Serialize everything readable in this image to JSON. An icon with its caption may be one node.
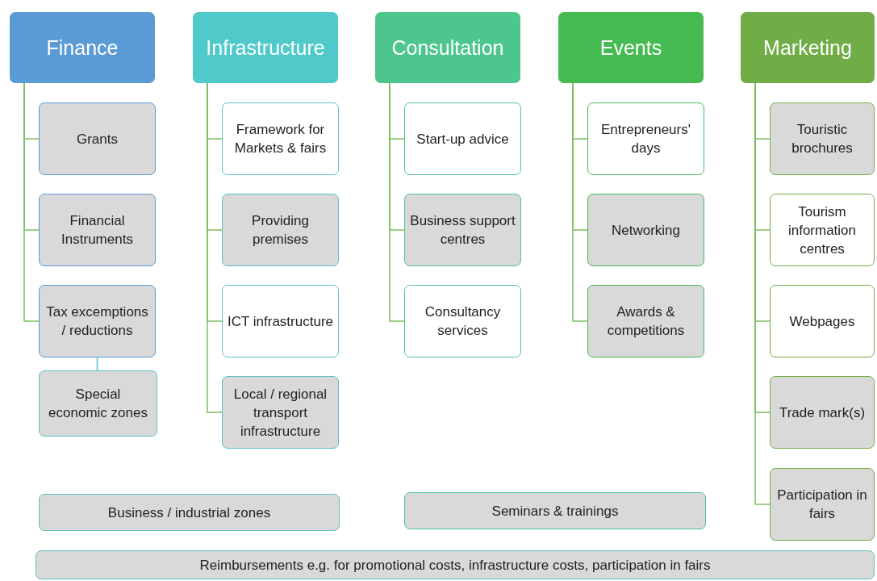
{
  "diagram": {
    "nodes": [
      {
        "text": [
          "Finance"
        ]
      },
      {
        "text": [
          "Grants"
        ]
      },
      {
        "text": [
          "Financial Instruments"
        ]
      },
      {
        "text": [
          "Tax excemptions / reductions"
        ]
      },
      {
        "text": [
          "Special economic zones"
        ]
      },
      {
        "text": [
          "Infrastructure"
        ]
      },
      {
        "text": [
          "Framework for Markets & fairs"
        ]
      },
      {
        "text": [
          "Providing premises"
        ]
      },
      {
        "text": [
          "ICT infrastructure"
        ]
      },
      {
        "text": [
          "Local / regional transport infrastructure"
        ]
      },
      {
        "text": [
          "Consultation"
        ]
      },
      {
        "text": [
          "Start-up advice"
        ]
      },
      {
        "text": [
          "Business support centres"
        ]
      },
      {
        "text": [
          "Consultancy services"
        ]
      },
      {
        "text": [
          "Events"
        ]
      },
      {
        "text": [
          "Entrepreneurs' days"
        ]
      },
      {
        "text": [
          "Networking"
        ]
      },
      {
        "text": [
          "Awards & competitions"
        ]
      },
      {
        "text": [
          "Marketing"
        ]
      },
      {
        "text": [
          "Touristic brochures"
        ]
      },
      {
        "text": [
          "Tourism information centres"
        ]
      },
      {
        "text": [
          "Webpages"
        ]
      },
      {
        "text": [
          "Trade mark(s)"
        ]
      },
      {
        "text": [
          "Participation in fairs"
        ]
      },
      {
        "text": [
          "Business / industrial zones"
        ]
      },
      {
        "text": [
          "Seminars & trainings"
        ]
      },
      {
        "text": [
          "Reimbursements e.g. for promotional costs, infrastructure costs, participation in fairs"
        ]
      }
    ],
    "edges": [
      {
        "from": 0,
        "to": 1,
        "arrow": "none"
      },
      {
        "from": 0,
        "to": 2,
        "arrow": "none"
      },
      {
        "from": 0,
        "to": 3,
        "arrow": "none"
      },
      {
        "from": 3,
        "to": 4,
        "arrow": "none",
        "color": "#5bc0c8"
      },
      {
        "from": 5,
        "to": 6,
        "arrow": "none"
      },
      {
        "from": 5,
        "to": 7,
        "arrow": "none"
      },
      {
        "from": 5,
        "to": 8,
        "arrow": "none"
      },
      {
        "from": 5,
        "to": 9,
        "arrow": "none"
      },
      {
        "from": 10,
        "to": 11,
        "arrow": "none"
      },
      {
        "from": 10,
        "to": 12,
        "arrow": "none"
      },
      {
        "from": 10,
        "to": 13,
        "arrow": "none"
      },
      {
        "from": 14,
        "to": 15,
        "arrow": "none"
      },
      {
        "from": 14,
        "to": 16,
        "arrow": "none"
      },
      {
        "from": 14,
        "to": 17,
        "arrow": "none"
      },
      {
        "from": 18,
        "to": 19,
        "arrow": "none"
      },
      {
        "from": 18,
        "to": 20,
        "arrow": "none"
      },
      {
        "from": 18,
        "to": 21,
        "arrow": "none"
      },
      {
        "from": 18,
        "to": 22,
        "arrow": "none"
      },
      {
        "from": 18,
        "to": 23,
        "arrow": "none"
      }
    ]
  }
}
